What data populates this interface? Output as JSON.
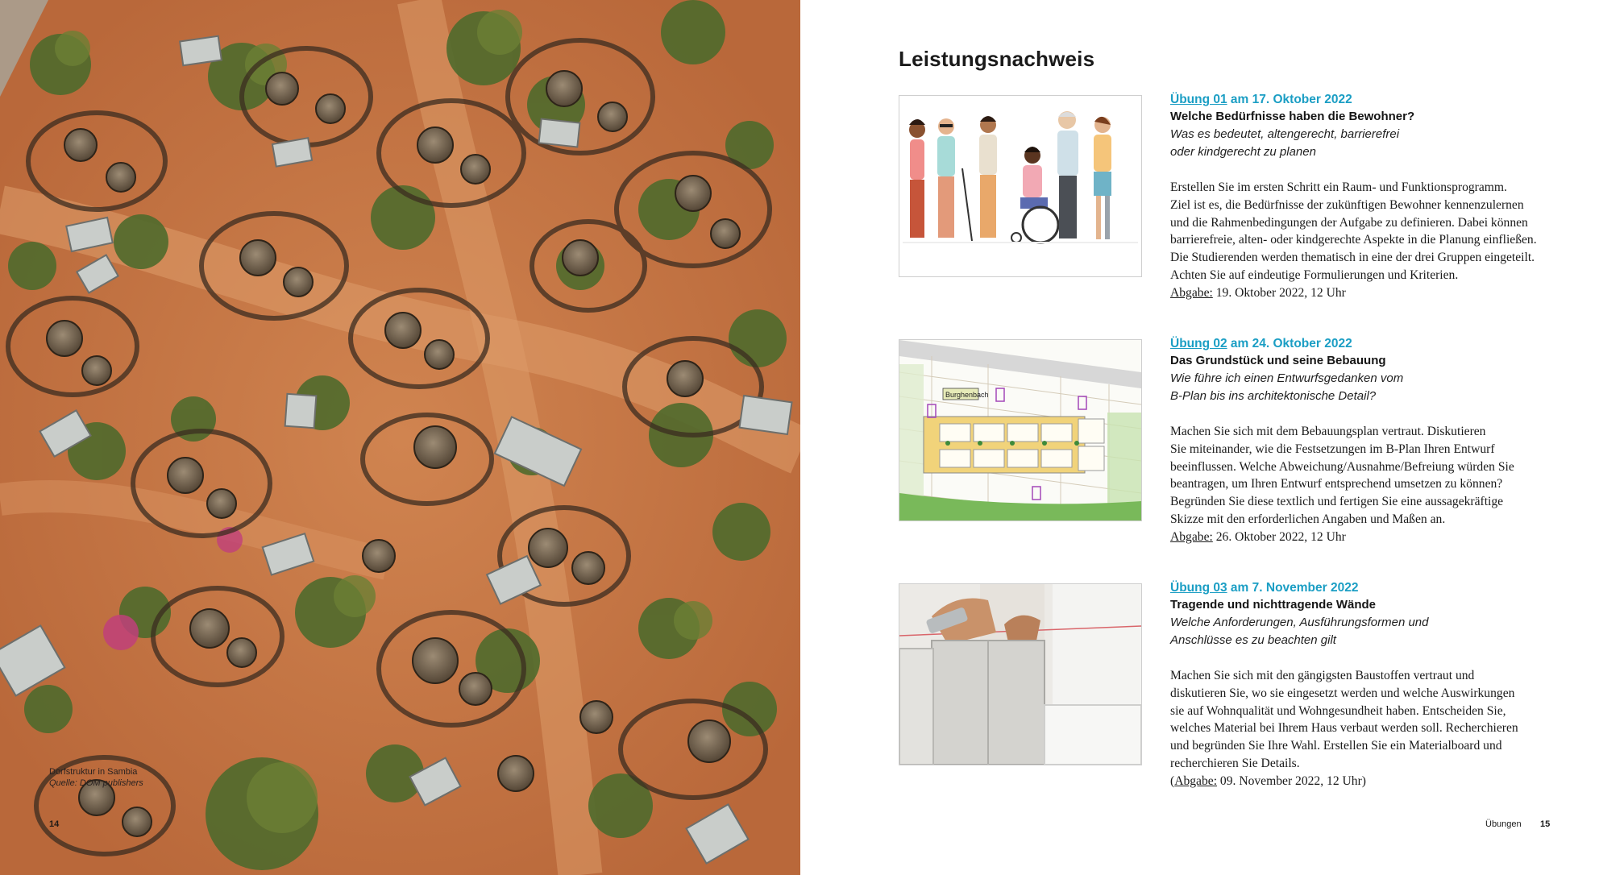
{
  "left_page": {
    "caption_line1": "Dorfstruktur in Sambia",
    "caption_line2": "Quelle: DOM publishers",
    "page_number": "14"
  },
  "right_page": {
    "heading": "Leistungsnachweis",
    "exercises": [
      {
        "num": "Übung 01",
        "date": " am 17. Oktober 2022",
        "title": "Welche Bedürfnisse haben die Bewohner?",
        "subtitle_line1": "Was es bedeutet, altengerecht, barrierefrei",
        "subtitle_line2": "oder kindgerecht zu planen",
        "body": [
          "Erstellen Sie im ersten Schritt ein Raum- und Funktionsprogramm.",
          "Ziel ist es, die Bedürfnisse der zukünftigen Bewohner kennenzulernen",
          "und die Rahmenbedingungen der Aufgabe zu definieren. Dabei können",
          "barrierefreie, alten- oder kindgerechte Aspekte in die Planung einfließen.",
          "Die Studierenden werden thematisch in eine der drei Gruppen eingeteilt.",
          "Achten Sie auf eindeutige Formulierungen und Kriterien."
        ],
        "due_prefix": "",
        "due_label": "Abgabe:",
        "due_value": " 19. Oktober 2022, 12 Uhr",
        "due_suffix": ""
      },
      {
        "num": "Übung 02",
        "date": " am 24. Oktober 2022",
        "title": "Das Grundstück und seine Bebauung",
        "subtitle_line1": "Wie führe ich einen Entwurfsgedanken vom",
        "subtitle_line2": "B-Plan bis ins architektonische Detail?",
        "body": [
          "Machen Sie sich mit dem Bebauungsplan vertraut. Diskutieren",
          "Sie miteinander, wie die Festsetzungen im B-Plan Ihren Entwurf",
          "beeinflussen. Welche Abweichung/Ausnahme/Befreiung würden Sie",
          "beantragen, um Ihren Entwurf entsprechend umsetzen zu können?",
          "Begründen Sie diese textlich und fertigen Sie eine aussagekräftige",
          "Skizze mit den erforderlichen Angaben und Maßen an."
        ],
        "due_prefix": "",
        "due_label": "Abgabe:",
        "due_value": " 26. Oktober 2022, 12 Uhr",
        "due_suffix": ""
      },
      {
        "num": "Übung 03",
        "date": " am 7. November 2022",
        "title": "Tragende und nichttragende Wände",
        "subtitle_line1": "Welche Anforderungen, Ausführungsformen und",
        "subtitle_line2": "Anschlüsse es zu beachten gilt",
        "body": [
          "Machen Sie sich mit den gängigsten Baustoffen vertraut und",
          "diskutieren Sie, wo sie eingesetzt werden und welche Auswirkungen",
          "sie auf Wohnqualität und Wohngesundheit haben. Entscheiden Sie,",
          "welches Material bei Ihrem Haus verbaut werden soll. Recherchieren",
          "und begründen Sie Ihre Wahl. Erstellen Sie ein Materialboard und",
          "recherchieren Sie Details."
        ],
        "due_prefix": "(",
        "due_label": "Abgabe:",
        "due_value": " 09. November 2022, 12 Uhr",
        "due_suffix": ")"
      }
    ],
    "plan_label": "Burghenbach",
    "footer_label": "Übungen",
    "page_number": "15"
  },
  "colors": {
    "accent": "#1b9ec4",
    "soil": "#c8743f",
    "text": "#1a1a1a"
  }
}
